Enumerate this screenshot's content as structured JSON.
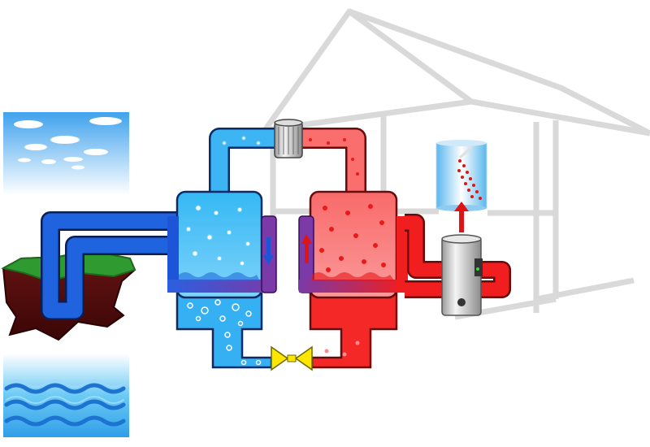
{
  "diagram": {
    "kind": "heat-pump-system",
    "labels": [],
    "components": [
      {
        "name": "sky-panel"
      },
      {
        "name": "ground-island"
      },
      {
        "name": "water-panel"
      },
      {
        "name": "evaporator"
      },
      {
        "name": "condenser"
      },
      {
        "name": "compressor"
      },
      {
        "name": "expansion-valve"
      },
      {
        "name": "hot-water-tank"
      },
      {
        "name": "shower"
      },
      {
        "name": "house-outline"
      }
    ]
  },
  "colors": {
    "cold_fluid": "#3daef0",
    "cold_pipe": "#1e5fd8",
    "warm_fluid": "#fa7a7a",
    "hot_pipe": "#f01e1e",
    "purple_mix": "#7a3aa8",
    "valve": "#ffe600",
    "ground_top": "#3a9a3a",
    "ground_soil": "#5a1010",
    "house_line": "#d9d9d9"
  }
}
